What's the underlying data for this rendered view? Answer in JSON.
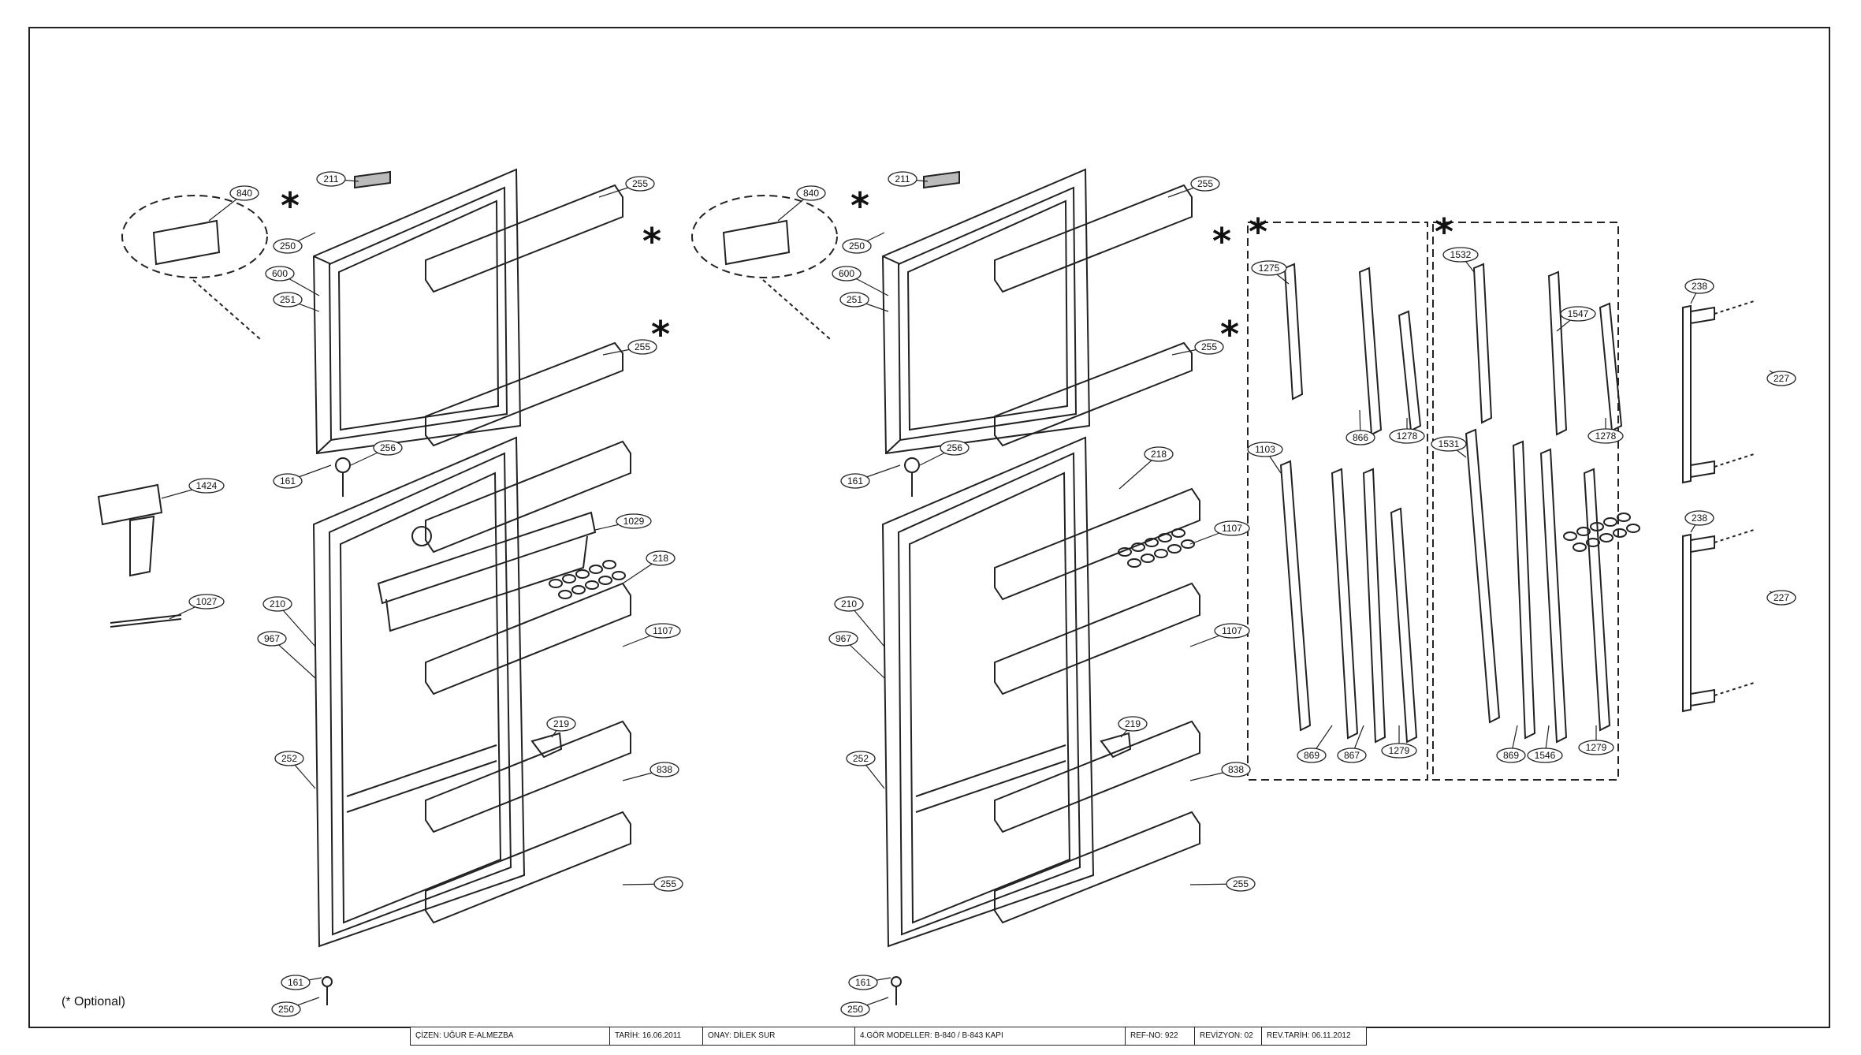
{
  "note": "(* Optional)",
  "optional_marker": "*",
  "title_block": [
    "ÇİZEN: UĞUR E-ALMEZBA",
    "TARİH: 16.06.2011",
    "ONAY: DİLEK SUR",
    "4.GÖR MODELLER: B-840 / B-843 KAPI",
    "REF-NO: 922",
    "REVİZYON: 02",
    "REV.TARİH: 06.11.2012"
  ],
  "left_assembly": {
    "labels": [
      "840",
      "211",
      "255",
      "250",
      "600",
      "251",
      "255",
      "161",
      "256",
      "1424",
      "218",
      "1029",
      "1027",
      "210",
      "967",
      "1107",
      "219",
      "252",
      "838",
      "255",
      "161",
      "250"
    ]
  },
  "middle_assembly": {
    "labels": [
      "840",
      "211",
      "255",
      "250",
      "600",
      "251",
      "255",
      "161",
      "256",
      "218",
      "1107",
      "210",
      "967",
      "1107",
      "219",
      "252",
      "838",
      "255",
      "161",
      "250"
    ]
  },
  "box_one": {
    "labels": [
      "1275",
      "866",
      "1278",
      "1103",
      "869",
      "867",
      "1279"
    ]
  },
  "box_two": {
    "labels": [
      "1532",
      "1547",
      "1278",
      "1531",
      "869",
      "1546",
      "1279"
    ]
  },
  "handles": {
    "labels": [
      "238",
      "227",
      "238",
      "227"
    ]
  },
  "colors": {
    "line": "#222222",
    "fill": "#ffffff",
    "shade": "#cfcfcf"
  }
}
